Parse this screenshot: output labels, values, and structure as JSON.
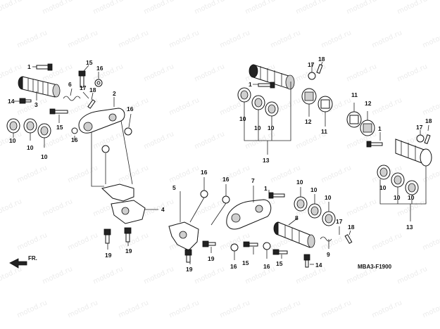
{
  "diagram": {
    "code": "MBA3-F1900",
    "direction": "FR.",
    "watermark": "motod.ru",
    "labels": {
      "l1a": "1",
      "l15a": "15",
      "l16a": "16",
      "l6": "6",
      "l17a": "17",
      "l18a": "18",
      "l2": "2",
      "l14a": "14",
      "l3": "3",
      "l16b": "16",
      "l15b": "15",
      "l16c": "16",
      "l10a": "10",
      "l10b": "10",
      "l10c": "10",
      "l4": "4",
      "l19a": "19",
      "l19b": "19",
      "l17b": "17",
      "l18b": "18",
      "l1b": "1",
      "l10d": "10",
      "l10e": "10",
      "l10f": "10",
      "l12a": "12",
      "l11a": "11",
      "l13a": "13",
      "l11b": "11",
      "l12b": "12",
      "l1c": "1",
      "l17c": "17",
      "l18c": "18",
      "l10g": "10",
      "l10h": "10",
      "l10i": "10",
      "l13b": "13",
      "l16d": "16",
      "l16e": "16",
      "l7": "7",
      "l1d": "1",
      "l5": "5",
      "l10j": "10",
      "l10k": "10",
      "l10l": "10",
      "l8": "8",
      "l17d": "17",
      "l18d": "18",
      "l9": "9",
      "l19c": "19",
      "l19d": "19",
      "l16f": "16",
      "l15c": "15",
      "l16g": "16",
      "l15d": "15",
      "l14b": "14"
    }
  }
}
